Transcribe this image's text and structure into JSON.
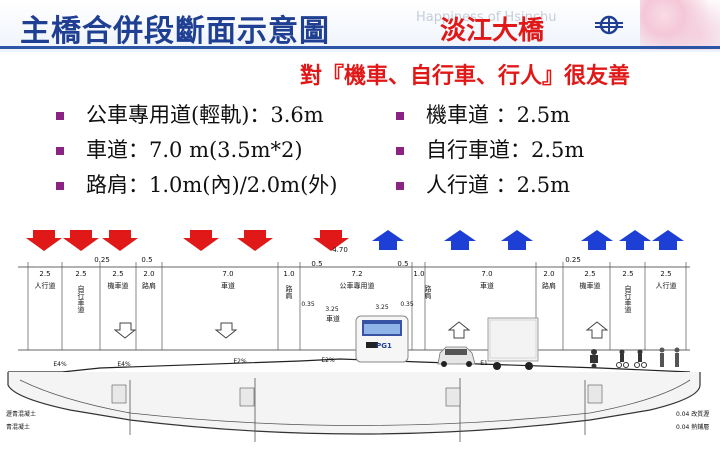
{
  "header": {
    "title": "主橋合併段斷面示意圖",
    "watermark": "Happiness of Hsinchu",
    "bridge_name": "淡江大橋",
    "logo": "railway-logo-icon"
  },
  "subtitle": "對『機車、自行車、行人』很友善",
  "bullets_left": [
    {
      "label": "公車專用道(輕軌)：3.6m"
    },
    {
      "label": "車道：7.0  m(3.5m*2)"
    },
    {
      "label": "路肩：1.0m(內)/2.0m(外)"
    }
  ],
  "bullets_right": [
    {
      "label": "機車道    ：2.5m"
    },
    {
      "label": "自行車道：2.5m"
    },
    {
      "label": "人行道    ：2.5m"
    }
  ],
  "colors": {
    "title": "#1f3f93",
    "accent_red": "#e01818",
    "arrow_down": "#e01818",
    "arrow_up": "#1d3fd6",
    "bullet": "#8b2383"
  },
  "diagram": {
    "top_dims": [
      "0.25",
      "0.5",
      "4.70",
      "0.5",
      "0.5",
      "0.25"
    ],
    "dims": [
      "2.5",
      "2.5",
      "2.5",
      "2.0",
      "7.0",
      "1.0",
      "7.2",
      "1.0",
      "7.0",
      "2.0",
      "2.5",
      "2.5",
      "2.5"
    ],
    "lanes": [
      "人行道",
      "自行車道",
      "機車道",
      "路肩",
      "車道",
      "路肩",
      "公車專用道",
      "路肩",
      "車道",
      "路肩",
      "機車道",
      "自行車道",
      "人行道"
    ],
    "inner_dims": [
      "0.35",
      "3.25",
      "3.25",
      "0.35"
    ],
    "inner_lane": "車道",
    "slopes": [
      "E4%",
      "E4%",
      "E2%",
      "E2%",
      "E1"
    ],
    "bus_plate": "PG1",
    "left_labels": [
      "瀝青混凝土",
      "青混凝土"
    ],
    "right_labels": [
      "0.04 改質瀝",
      "0.04 熱鋪層"
    ]
  }
}
